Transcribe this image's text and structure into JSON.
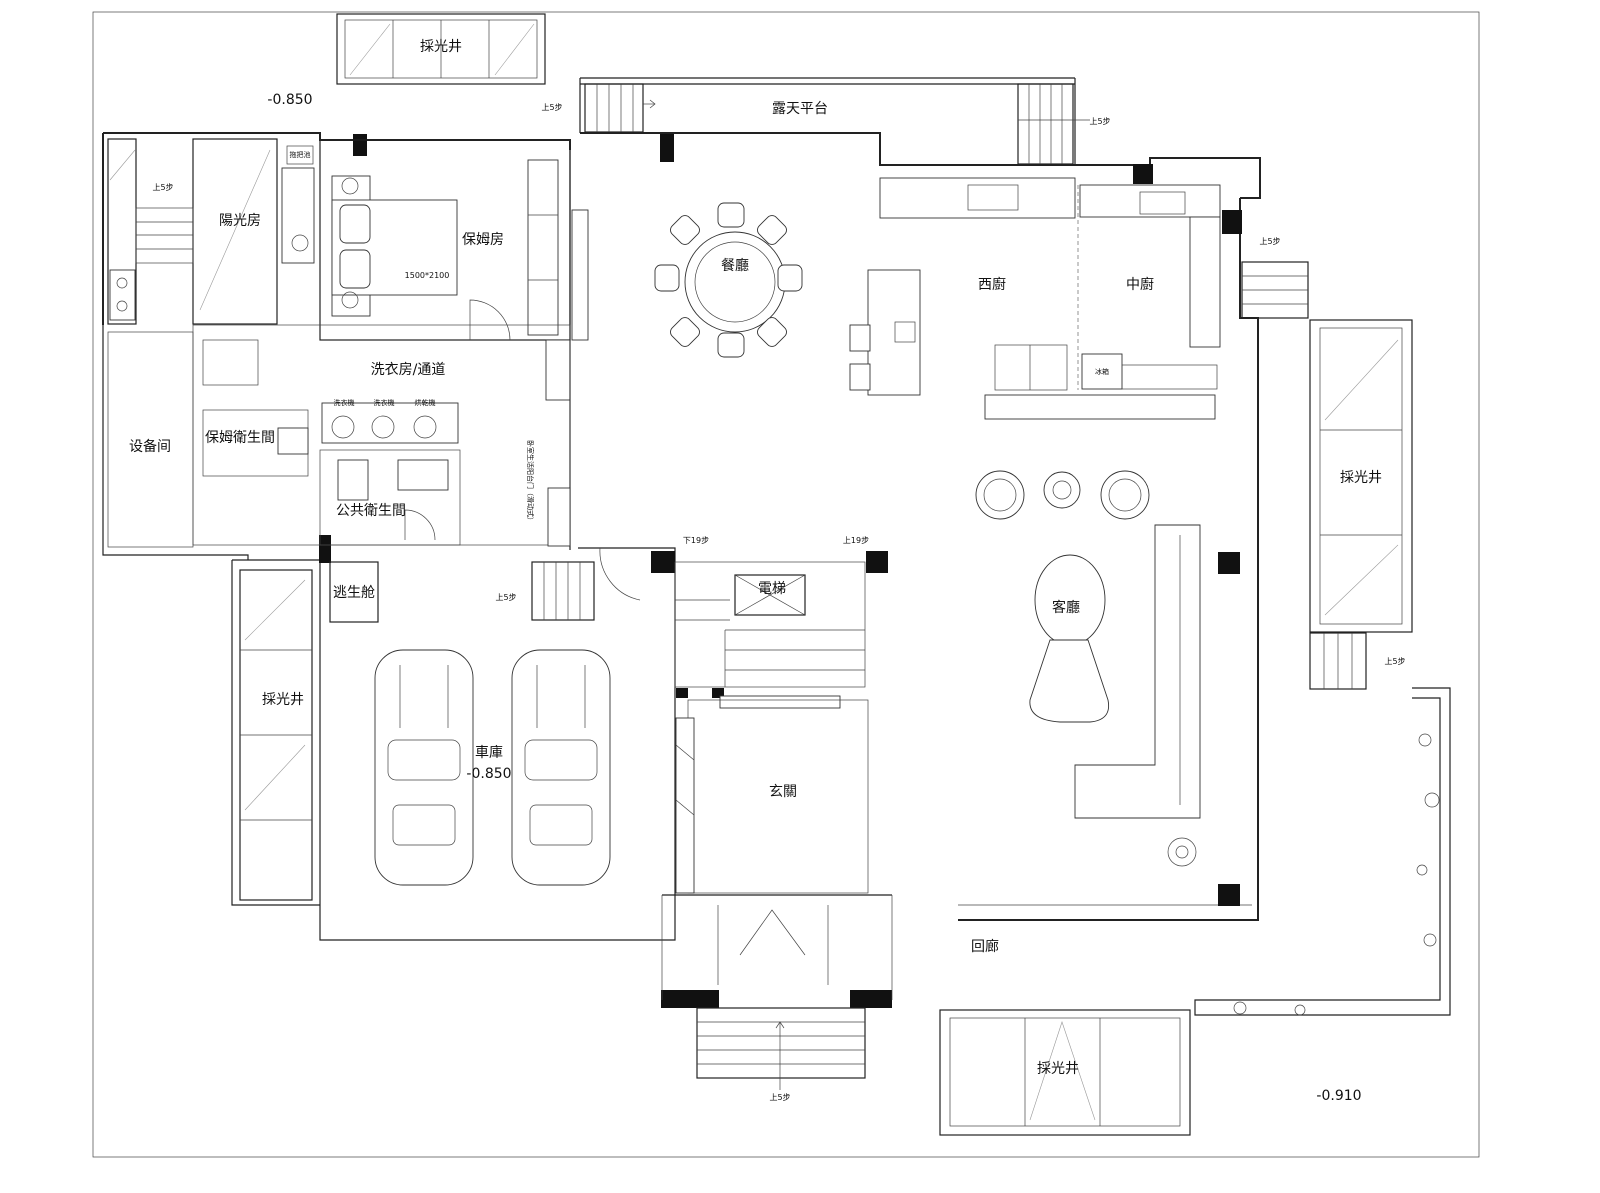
{
  "labels": {
    "skylight_top": "採光井",
    "level_nw": "-0.850",
    "terrace": "露天平台",
    "step_up_5": "上5步",
    "sunroom": "陽光房",
    "nanny_room": "保姆房",
    "bed_size": "1500*2100",
    "dining": "餐廳",
    "western_kitchen": "西廚",
    "chinese_kitchen": "中廚",
    "laundry_corridor": "洗衣房/通道",
    "equipment_room": "设备间",
    "nanny_bath": "保姆衛生間",
    "washer_1": "洗衣機",
    "washer_2": "洗衣機",
    "dryer": "烘乾機",
    "public_bath": "公共衛生間",
    "vertical_note": "卧室生活阳台门（滑动式）",
    "step_down_19": "下19步",
    "step_up_19": "上19步",
    "elevator": "電梯",
    "escape_pod": "逃生舱",
    "skylight_left": "採光井",
    "garage": "車庫",
    "garage_level": "-0.850",
    "living_room": "客廳",
    "skylight_right": "採光井",
    "foyer": "玄關",
    "corridor": "回廊",
    "skylight_bottom": "採光井",
    "level_se": "-0.910",
    "small_label_1": "拖把池",
    "small_label_2": "冰箱"
  }
}
